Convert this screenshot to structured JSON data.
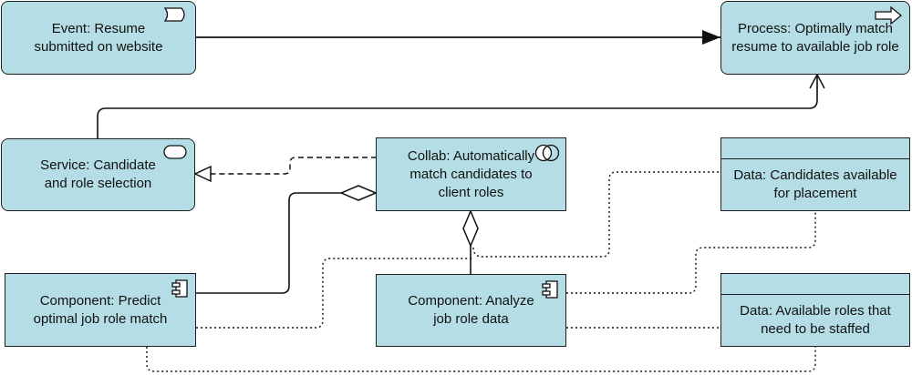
{
  "colors": {
    "element_fill": "#b5dde6",
    "stroke": "#1f1f1f"
  },
  "elements": {
    "event": {
      "label": "Event: Resume\nsubmitted on website",
      "icon": "event-icon"
    },
    "process": {
      "label": "Process: Optimally match\nresume to available job role",
      "icon": "process-arrow-icon"
    },
    "service": {
      "label": "Service: Candidate\nand role selection",
      "icon": "service-icon"
    },
    "collab": {
      "label": "Collab: Automatically\nmatch candidates to\nclient roles",
      "icon": "collaboration-icon"
    },
    "data_candidates": {
      "label": "Data: Candidates available\nfor placement"
    },
    "component_predict": {
      "label": "Component: Predict\noptimal job role match",
      "icon": "component-icon"
    },
    "component_analyze": {
      "label": "Component: Analyze\njob role data",
      "icon": "component-icon"
    },
    "data_roles": {
      "label": "Data: Available roles that\nneed to be staffed"
    }
  },
  "relationships": [
    {
      "from": "event",
      "to": "process",
      "type": "triggering"
    },
    {
      "from": "service",
      "to": "process",
      "type": "serving"
    },
    {
      "from": "collab",
      "to": "service",
      "type": "realization"
    },
    {
      "from": "collab",
      "to": "component_predict",
      "type": "aggregation"
    },
    {
      "from": "collab",
      "to": "component_analyze",
      "type": "aggregation"
    },
    {
      "from": "collab",
      "to": "data_candidates",
      "type": "association"
    },
    {
      "from": "component_predict",
      "to": "collab",
      "type": "association"
    },
    {
      "from": "component_analyze",
      "to": "data_candidates",
      "type": "association"
    },
    {
      "from": "component_analyze",
      "to": "data_roles",
      "type": "association"
    },
    {
      "from": "component_predict",
      "to": "data_roles",
      "type": "association"
    }
  ]
}
